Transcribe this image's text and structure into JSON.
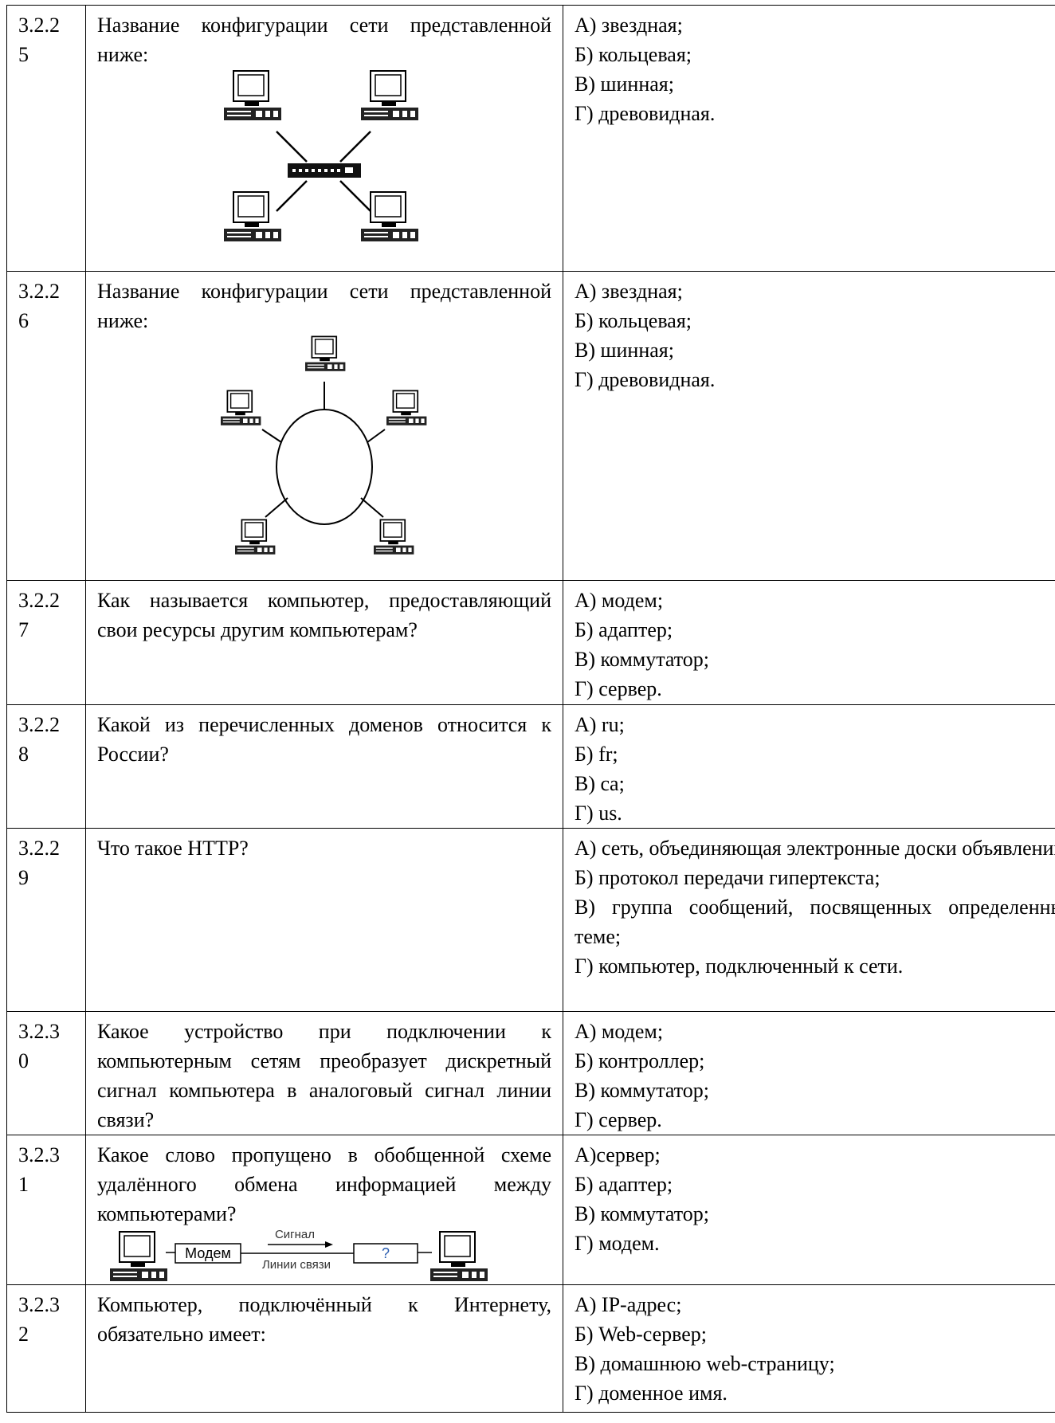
{
  "rows": [
    {
      "num": [
        "3.2.2",
        "5"
      ],
      "question": "Название конфигурации сети представленной ниже:",
      "answers": [
        "А) звездная;",
        "Б) кольцевая;",
        "В) шинная;",
        "Г) древовидная."
      ]
    },
    {
      "num": [
        "3.2.2",
        "6"
      ],
      "question": "Название конфигурации сети представленной ниже:",
      "answers": [
        "А) звездная;",
        "Б) кольцевая;",
        "В) шинная;",
        "Г) древовидная."
      ]
    },
    {
      "num": [
        "3.2.2",
        "7"
      ],
      "question": "Как называется компьютер, предоставляющий свои ресурсы другим компьютерам?",
      "answers": [
        "А) модем;",
        "Б) адаптер;",
        "В) коммутатор;",
        "Г) сервер."
      ]
    },
    {
      "num": [
        "3.2.2",
        "8"
      ],
      "question": "Какой из перечисленных доменов относится к России?",
      "answers": [
        "А) ru;",
        "Б) fr;",
        "В) ca;",
        "Г) us."
      ]
    },
    {
      "num": [
        "3.2.2",
        "9"
      ],
      "question": "Что такое HTTP?",
      "answers": [
        "А) сеть, объединяющая электронные доски объявлений;",
        "Б) протокол передачи гипертекста;",
        "В) группа сообщений, посвященных определенных теме;",
        "Г) компьютер, подключенный к сети."
      ]
    },
    {
      "num": [
        "3.2.3",
        "0"
      ],
      "question": "Какое устройство при подключении к компьютерным сетям преобразует дискретный сигнал компьютера в аналоговый сигнал линии связи?",
      "answers": [
        "А) модем;",
        "Б) контроллер;",
        "В) коммутатор;",
        "Г) сервер."
      ]
    },
    {
      "num": [
        "3.2.3",
        "1"
      ],
      "question": "Какое слово пропущено в обобщенной схеме удалённого обмена информацией между компьютерами?",
      "answers": [
        "А)сервер;",
        "Б) адаптер;",
        "В) коммутатор;",
        "Г) модем."
      ]
    },
    {
      "num": [
        "3.2.3",
        "2"
      ],
      "question": "Компьютер, подключённый к Интернету, обязательно имеет:",
      "answers": [
        "А) IP-адрес;",
        "Б) Web-сервер;",
        "В) домашнюю web-страницу;",
        "Г) доменное имя."
      ]
    }
  ],
  "scheme": {
    "modem_label": "Модем",
    "signal_label": "Сигнал",
    "line_label": "Линии связи",
    "unknown_label": "?"
  }
}
